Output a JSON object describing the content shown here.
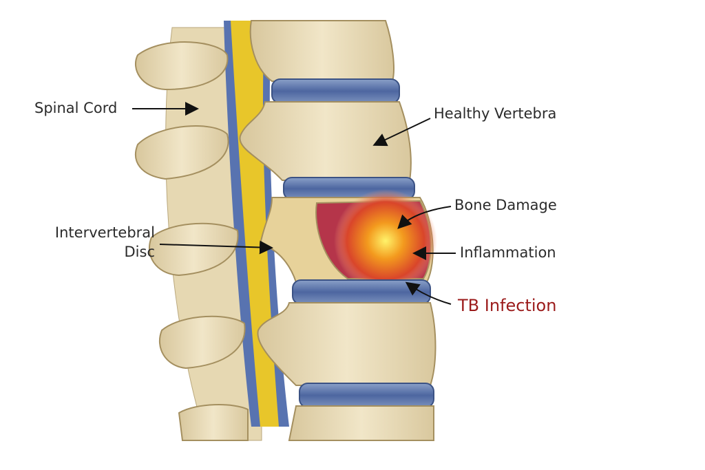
{
  "labels": {
    "spinal_cord": "Spinal Cord",
    "healthy_vertebra": "Healthy Vertebra",
    "bone_damage": "Bone Damage",
    "intervertebral_disc_line1": "Intervertebral",
    "intervertebral_disc_line2": "Disc",
    "inflammation": "Inflammation",
    "tb_infection": "TB Infection"
  },
  "colors": {
    "bone": "#ede0bf",
    "disc": "#5b74a8",
    "cord": "#e8c62a",
    "damage": "#d9452a",
    "tb_label": "#9b1b1b"
  }
}
